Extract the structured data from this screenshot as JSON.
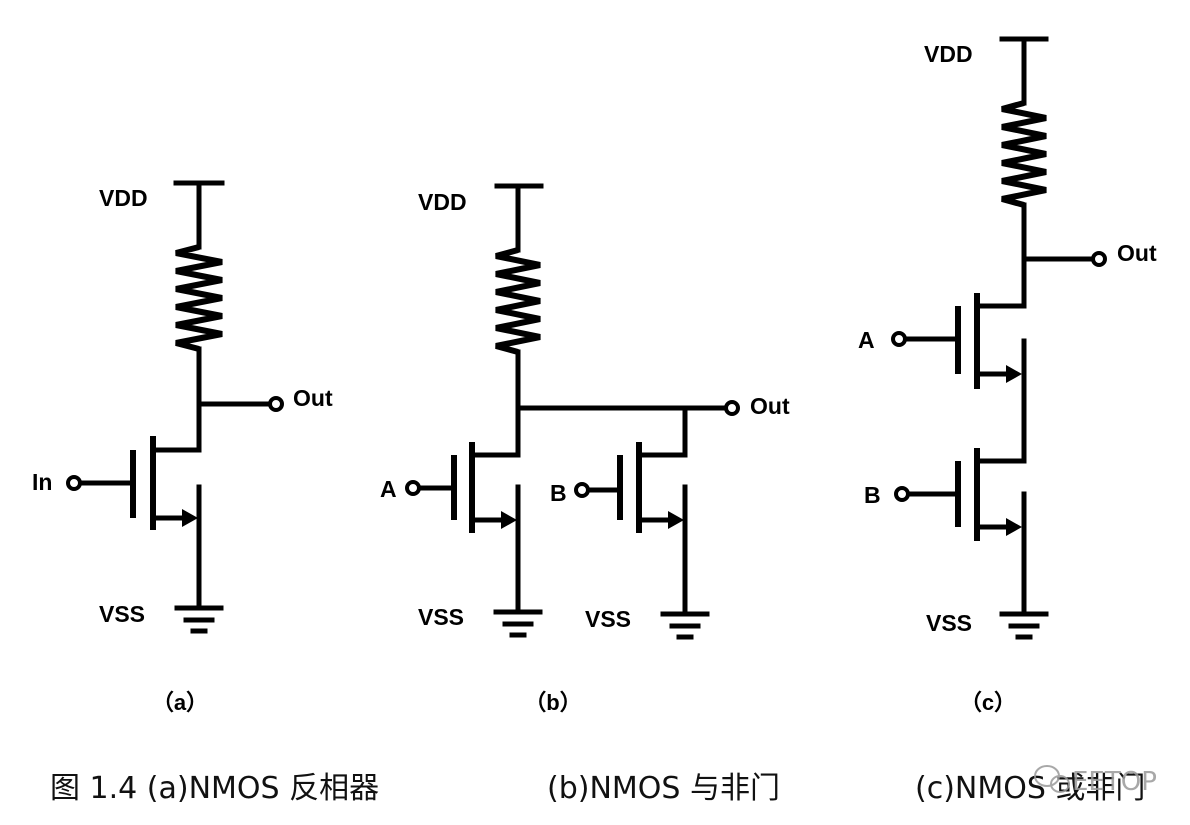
{
  "circuits": {
    "a": {
      "vdd": "VDD",
      "vss": "VSS",
      "input": "In",
      "output": "Out",
      "sub_label": "（a）"
    },
    "b": {
      "vdd": "VDD",
      "vss_1": "VSS",
      "vss_2": "VSS",
      "input_a": "A",
      "input_b": "B",
      "output": "Out",
      "sub_label": "（b）"
    },
    "c": {
      "vdd": "VDD",
      "vss": "VSS",
      "input_a": "A",
      "input_b": "B",
      "output": "Out",
      "sub_label": "（c）"
    }
  },
  "captions": {
    "a": "图 1.4 (a)NMOS 反相器",
    "b": "(b)NMOS 与非门",
    "c": "(c)NMOS 或非门"
  },
  "watermark": "EETOP"
}
